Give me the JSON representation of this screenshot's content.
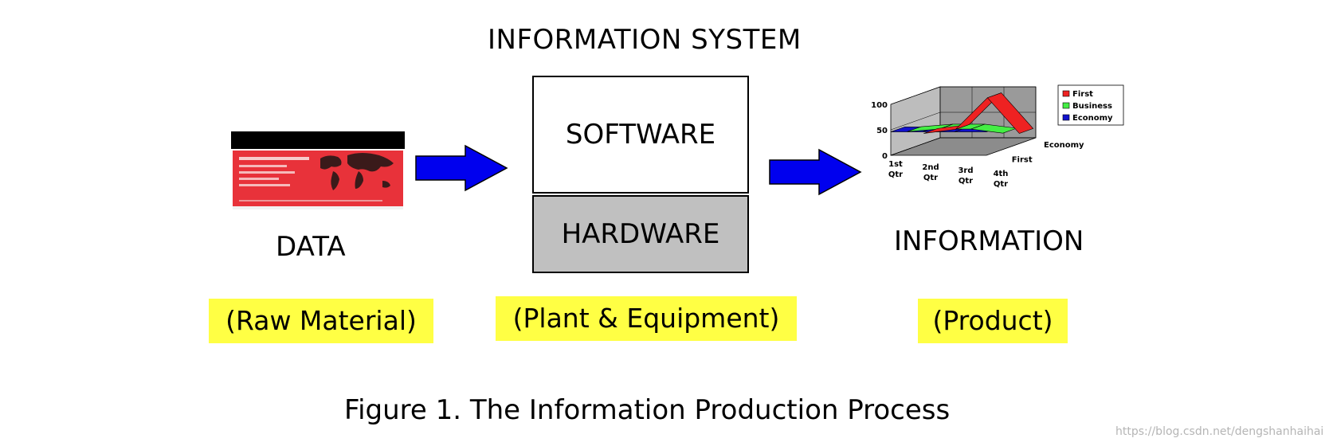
{
  "system": {
    "title": "INFORMATION SYSTEM",
    "software": "SOFTWARE",
    "hardware": "HARDWARE",
    "software_fill": "#ffffff",
    "hardware_fill": "#c0c0c0"
  },
  "input": {
    "label": "DATA",
    "tag": "(Raw Material)"
  },
  "middle": {
    "tag": "(Plant & Equipment)"
  },
  "output": {
    "label": "INFORMATION",
    "tag": "(Product)"
  },
  "caption": "Figure 1.  The Information Production Process",
  "watermark": "https://blog.csdn.net/dengshanhaihai",
  "colors": {
    "arrow": "#0000ee",
    "tag_bg": "#ffff44",
    "card_red": "#e8323a"
  },
  "chart_data": {
    "type": "line",
    "categories": [
      "1st Qtr",
      "2nd Qtr",
      "3rd Qtr",
      "4th Qtr"
    ],
    "depth_labels": [
      "Economy",
      "First"
    ],
    "ylim": [
      0,
      100
    ],
    "yticks": [
      0,
      50,
      100
    ],
    "series": [
      {
        "name": "First",
        "values": [
          20,
          28,
          90,
          20
        ],
        "color": "#ee2222"
      },
      {
        "name": "Business",
        "values": [
          35,
          40,
          40,
          32
        ],
        "color": "#44ee44"
      },
      {
        "name": "Economy",
        "values": [
          46,
          46,
          46,
          46
        ],
        "color": "#1111cc"
      }
    ],
    "legend": "top-right"
  }
}
